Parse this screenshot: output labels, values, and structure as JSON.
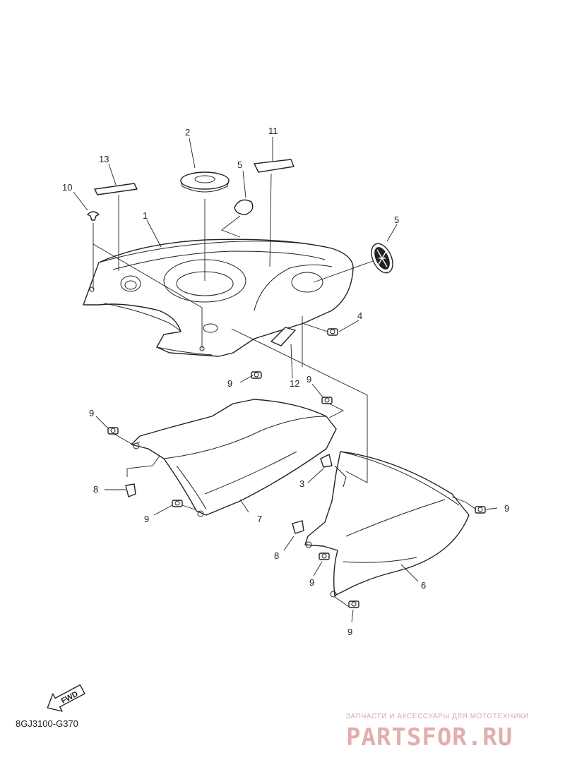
{
  "diagram_code": "8GJ3100-G370",
  "fwd_label": "FWD",
  "watermark": {
    "subtitle": "ЗАПЧАСТИ И АКСЕССУАРЫ ДЛЯ МОТОТЕХНИКИ",
    "brand": "PARTSFOR.RU"
  },
  "callouts": {
    "c1": "1",
    "c2": "2",
    "c3": "3",
    "c4": "4",
    "c5a": "5",
    "c5b": "5",
    "c6": "6",
    "c7": "7",
    "c8a": "8",
    "c8b": "8",
    "c9a": "9",
    "c9b": "9",
    "c9c": "9",
    "c9d": "9",
    "c9e": "9",
    "c9f": "9",
    "c9g": "9",
    "c10": "10",
    "c11": "11",
    "c12": "12",
    "c13": "13"
  },
  "colors": {
    "line": "#222222",
    "watermark": "#e2aeae"
  }
}
